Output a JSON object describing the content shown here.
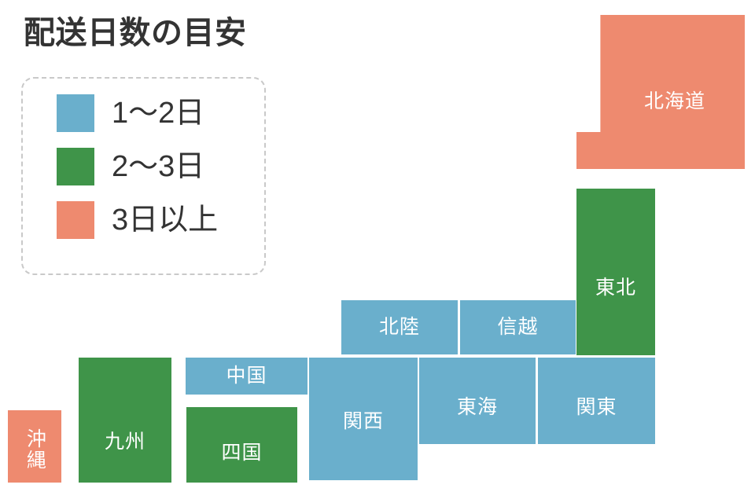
{
  "title": "配送日数の目安",
  "colors": {
    "blue": "#6aafcc",
    "green": "#3f9449",
    "salmon": "#ee8a6f",
    "title_text": "#333333",
    "legend_border": "#c9c9c9",
    "region_text": "#ffffff",
    "background": "#ffffff"
  },
  "legend": {
    "items": [
      {
        "color_key": "blue",
        "color": "#6aafcc",
        "label": "1〜2日"
      },
      {
        "color_key": "green",
        "color": "#3f9449",
        "label": "2〜3日"
      },
      {
        "color_key": "salmon",
        "color": "#ee8a6f",
        "label": "3日以上"
      }
    ]
  },
  "map": {
    "regions": [
      {
        "key": "hokkaido",
        "label": "北海道",
        "color": "#ee8a6f",
        "days": "3日以上"
      },
      {
        "key": "tohoku",
        "label": "東北",
        "color": "#3f9449",
        "days": "2〜3日"
      },
      {
        "key": "hokuriku",
        "label": "北陸",
        "color": "#6aafcc",
        "days": "1〜2日"
      },
      {
        "key": "shinetsu",
        "label": "信越",
        "color": "#6aafcc",
        "days": "1〜2日"
      },
      {
        "key": "kanto",
        "label": "関東",
        "color": "#6aafcc",
        "days": "1〜2日"
      },
      {
        "key": "tokai",
        "label": "東海",
        "color": "#6aafcc",
        "days": "1〜2日"
      },
      {
        "key": "kansai",
        "label": "関西",
        "color": "#6aafcc",
        "days": "1〜2日"
      },
      {
        "key": "chugoku",
        "label": "中国",
        "color": "#6aafcc",
        "days": "1〜2日"
      },
      {
        "key": "shikoku",
        "label": "四国",
        "color": "#3f9449",
        "days": "2〜3日"
      },
      {
        "key": "kyushu",
        "label": "九州",
        "color": "#3f9449",
        "days": "2〜3日"
      },
      {
        "key": "okinawa",
        "label": "沖縄",
        "color": "#ee8a6f",
        "days": "3日以上"
      }
    ]
  },
  "chart_data": {
    "type": "map",
    "title": "配送日数の目安",
    "legend_position": "top-left",
    "categories": [
      "1〜2日",
      "2〜3日",
      "3日以上"
    ],
    "category_colors": [
      "#6aafcc",
      "#3f9449",
      "#ee8a6f"
    ],
    "regions": [
      "北海道",
      "東北",
      "北陸",
      "信越",
      "関東",
      "東海",
      "関西",
      "中国",
      "四国",
      "九州",
      "沖縄"
    ],
    "values": [
      "3日以上",
      "2〜3日",
      "1〜2日",
      "1〜2日",
      "1〜2日",
      "1〜2日",
      "1〜2日",
      "1〜2日",
      "2〜3日",
      "2〜3日",
      "3日以上"
    ]
  }
}
